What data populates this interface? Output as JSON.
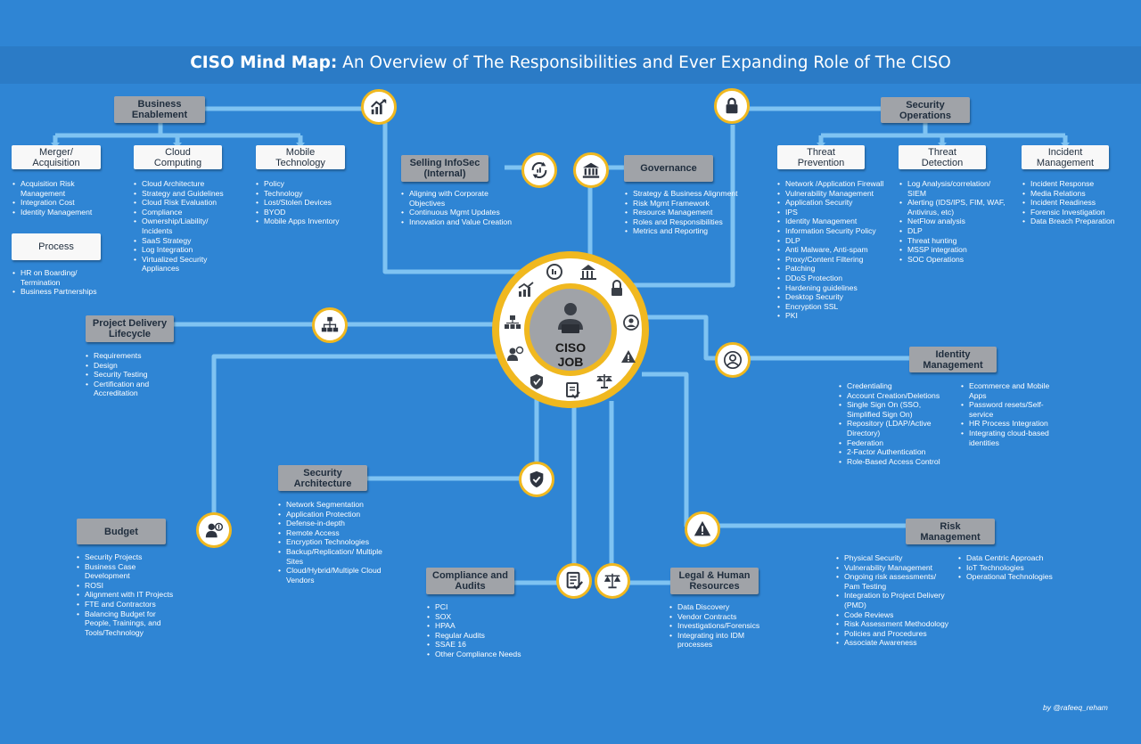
{
  "title": {
    "bold": "CISO Mind Map:",
    "rest": " An Overview of The Responsibilities and Ever Expanding Role of The CISO"
  },
  "center": {
    "label": "CISO\nJOB"
  },
  "colors": {
    "background": "#2f85d4",
    "accent": "#f0b81f",
    "connector": "#7fc3f2",
    "category_box": "#a0a3a8"
  },
  "icons": [
    "chart-up-icon",
    "lock-icon",
    "refresh-cycle-icon",
    "government-building-icon",
    "org-chart-icon",
    "user-circle-icon",
    "warning-icon",
    "shield-check-icon",
    "person-budget-icon",
    "document-check-icon",
    "scales-icon",
    "person-laptop-icon"
  ],
  "business": {
    "title": "Business\nEnablement",
    "merger": {
      "title": "Merger/\nAcquisition",
      "items": [
        "Acquisition Risk Management",
        "Integration Cost",
        "Identity Management"
      ]
    },
    "cloud": {
      "title": "Cloud\nComputing",
      "items": [
        "Cloud Architecture",
        "Strategy and Guidelines",
        "Cloud Risk Evaluation",
        "Compliance",
        "Ownership/Liability/ Incidents",
        "SaaS Strategy",
        "Log Integration",
        "Virtualized Security Appliances"
      ]
    },
    "mobile": {
      "title": "Mobile\nTechnology",
      "items": [
        "Policy",
        "Technology",
        "Lost/Stolen Devices",
        "BYOD",
        "Mobile Apps Inventory"
      ]
    },
    "process": {
      "title": "Process",
      "items": [
        "HR on Boarding/ Termination",
        "Business Partnerships"
      ]
    }
  },
  "selling": {
    "title": "Selling InfoSec\n(Internal)",
    "items": [
      "Aligning with Corporate Objectives",
      "Continuous Mgmt Updates",
      "Innovation and Value Creation"
    ]
  },
  "governance": {
    "title": "Governance",
    "items": [
      "Strategy & Business Alignment",
      "Risk Mgmt Framework",
      "Resource Management",
      "Roles and Responsibilities",
      "Metrics and Reporting"
    ]
  },
  "secops": {
    "title": "Security\nOperations",
    "threat_prevention": {
      "title": "Threat\nPrevention",
      "items": [
        "Network /Application Firewall",
        "Vulnerability Management",
        "Application Security",
        "IPS",
        "Identity Management",
        "Information Security Policy",
        "DLP",
        "Anti Malware, Anti-spam",
        "Proxy/Content Filtering",
        "Patching",
        "DDoS Protection",
        "Hardening guidelines",
        "Desktop Security",
        "Encryption SSL",
        "PKI"
      ]
    },
    "threat_detection": {
      "title": "Threat\nDetection",
      "items": [
        "Log Analysis/correlation/ SIEM",
        "Alerting (IDS/IPS, FIM, WAF, Antivirus, etc)",
        "NetFlow analysis",
        "DLP",
        "Threat hunting",
        "MSSP integration",
        "SOC Operations"
      ]
    },
    "incident": {
      "title": "Incident\nManagement",
      "items": [
        "Incident Response",
        "Media Relations",
        "Incident Readiness",
        "Forensic Investigation",
        "Data Breach Preparation"
      ]
    }
  },
  "project": {
    "title": "Project Delivery\nLifecycle",
    "items": [
      "Requirements",
      "Design",
      "Security Testing",
      "Certification and Accreditation"
    ]
  },
  "identity": {
    "title": "Identity\nManagement",
    "items_left": [
      "Credentialing",
      "Account Creation/Deletions",
      "Single Sign On (SSO, Simplified Sign On)",
      "Repository (LDAP/Active Directory)",
      "Federation",
      "2-Factor Authentication",
      "Role-Based Access Control"
    ],
    "items_right": [
      "Ecommerce and Mobile Apps",
      "Password resets/Self-service",
      "HR Process Integration",
      "Integrating cloud-based identities"
    ]
  },
  "secarch": {
    "title": "Security\nArchitecture",
    "items": [
      "Network Segmentation",
      "Application Protection",
      "Defense-in-depth",
      "Remote Access",
      "Encryption Technologies",
      "Backup/Replication/ Multiple Sites",
      "Cloud/Hybrid/Multiple Cloud Vendors"
    ]
  },
  "budget": {
    "title": "Budget",
    "items": [
      "Security Projects",
      "Business Case Development",
      "ROSI",
      "Alignment with IT Projects",
      "FTE and Contractors",
      "Balancing Budget for People, Trainings, and Tools/Technology"
    ]
  },
  "compliance": {
    "title": "Compliance and\nAudits",
    "items": [
      "PCI",
      "SOX",
      "HPAA",
      "Regular Audits",
      "SSAE 16",
      "Other Compliance Needs"
    ]
  },
  "legal": {
    "title": "Legal & Human\nResources",
    "items": [
      "Data Discovery",
      "Vendor Contracts",
      "Investigations/Forensics",
      "Integrating into IDM processes"
    ]
  },
  "risk": {
    "title": "Risk\nManagement",
    "items_left": [
      "Physical Security",
      "Vulnerability Management",
      "Ongoing risk assessments/ Pam Testing",
      "Integration to Project Delivery (PMD)",
      "Code Reviews",
      "Risk Assessment Methodology",
      "Policies and Procedures",
      "Associate Awareness"
    ],
    "items_right": [
      "Data Centric Approach",
      "IoT Technologies",
      "Operational Technologies"
    ]
  },
  "credit": "by @rafeeq_reham"
}
